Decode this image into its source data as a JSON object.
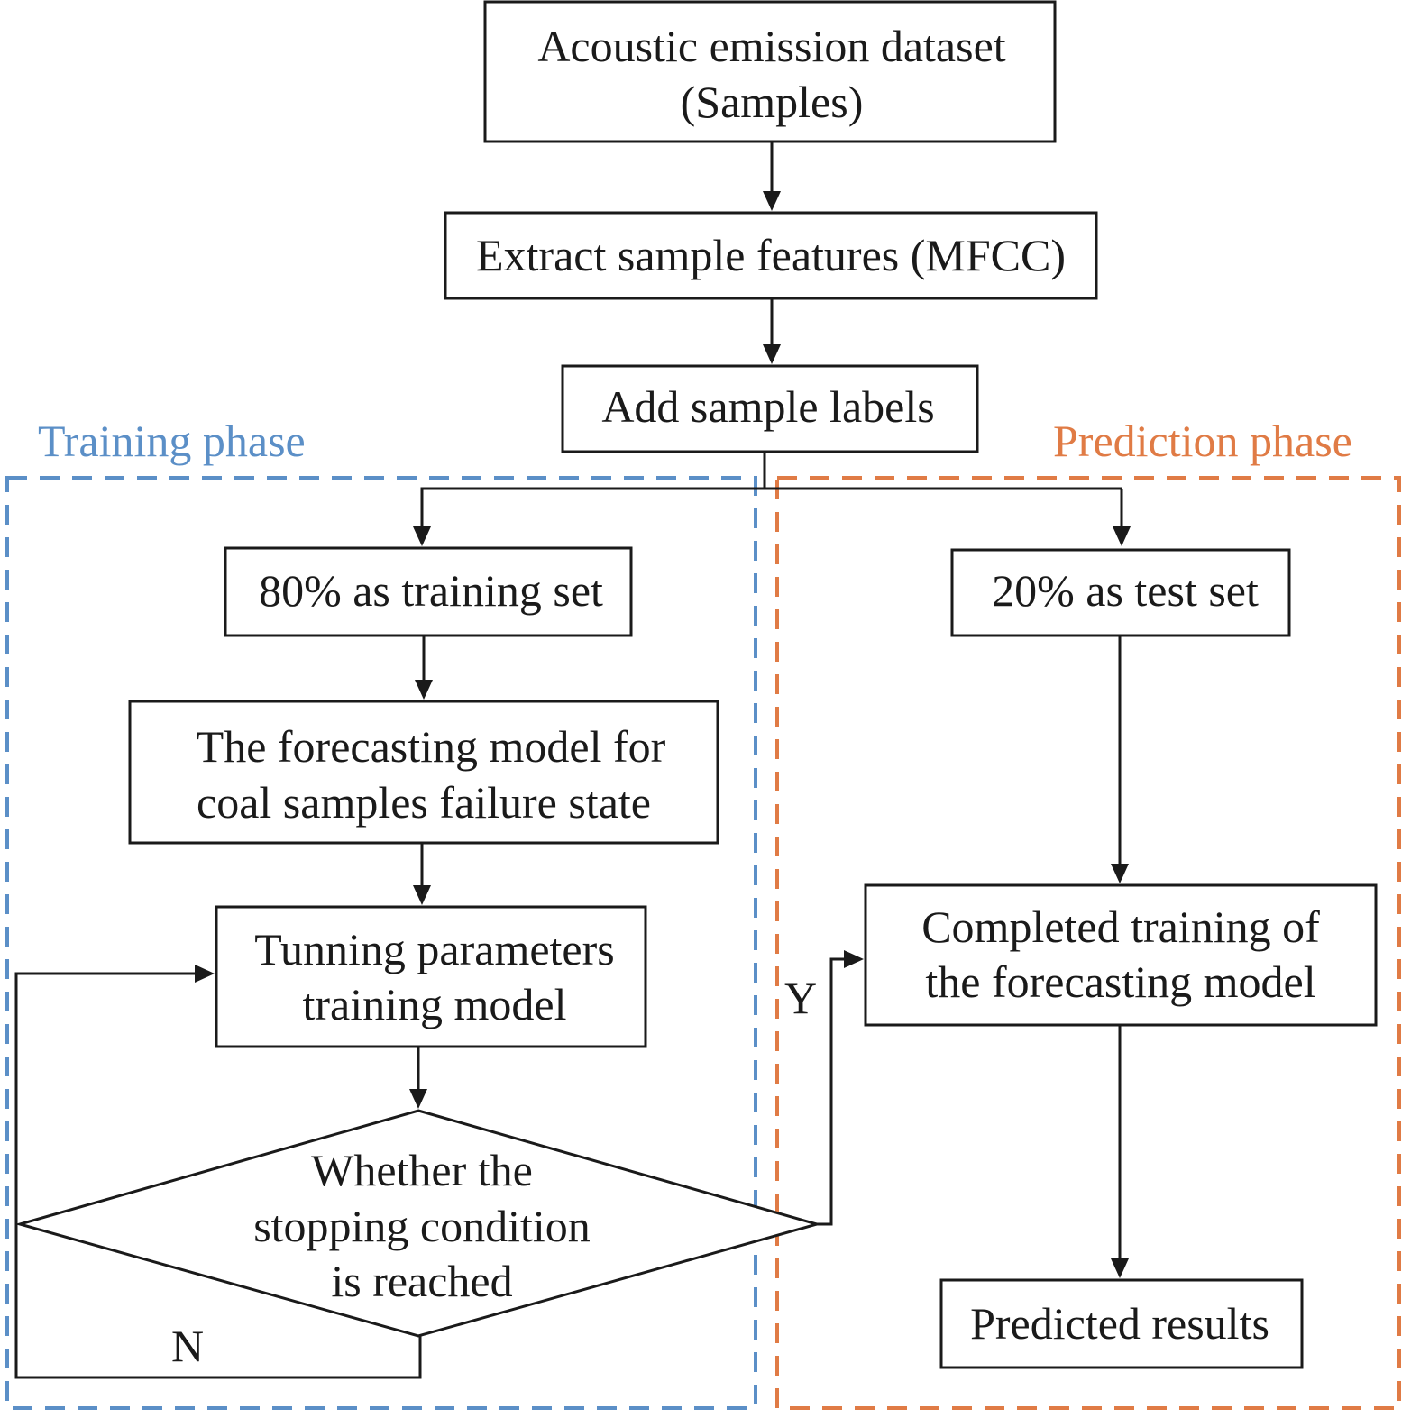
{
  "phases": {
    "training": {
      "label": "Training phase",
      "color": "#5b8fc7"
    },
    "prediction": {
      "label": "Prediction phase",
      "color": "#e07b45"
    }
  },
  "nodes": {
    "dataset": {
      "line1": "Acoustic emission dataset",
      "line2": "(Samples)"
    },
    "extract": {
      "line1": "Extract sample features (MFCC)"
    },
    "labels": {
      "line1": "Add sample labels"
    },
    "training_set": {
      "line1": "80% as training set"
    },
    "test_set": {
      "line1": "20% as test set"
    },
    "model": {
      "line1": "The forecasting model for",
      "line2": "coal samples failure state"
    },
    "tuning": {
      "line1": "Tunning parameters",
      "line2": "training model"
    },
    "decision": {
      "line1": "Whether the",
      "line2": "stopping condition",
      "line3": "is reached"
    },
    "completed": {
      "line1": "Completed training of",
      "line2": "the forecasting model"
    },
    "results": {
      "line1": "Predicted results"
    }
  },
  "edges": {
    "yes_label": "Y",
    "no_label": "N"
  }
}
